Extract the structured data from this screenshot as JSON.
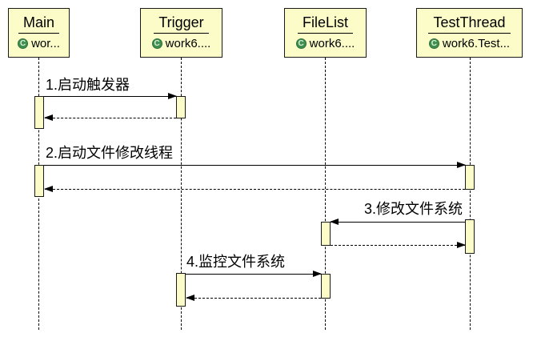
{
  "diagram": {
    "type": "uml-sequence-diagram",
    "icon_letter": "C",
    "participants": [
      {
        "name": "Main",
        "package": "wor...",
        "icon": "class-icon"
      },
      {
        "name": "Trigger",
        "package": "work6....",
        "icon": "class-icon"
      },
      {
        "name": "FileList",
        "package": "work6....",
        "icon": "class-icon"
      },
      {
        "name": "TestThread",
        "package": "work6.Test...",
        "icon": "class-icon"
      }
    ],
    "messages": [
      {
        "label": "1.启动触发器",
        "from": "Main",
        "to": "Trigger",
        "type": "call",
        "has_return": true
      },
      {
        "label": "2.启动文件修改线程",
        "from": "Main",
        "to": "TestThread",
        "type": "call",
        "has_return": true
      },
      {
        "label": "3.修改文件系统",
        "from": "TestThread",
        "to": "FileList",
        "type": "call",
        "has_return": true
      },
      {
        "label": "4.监控文件系统",
        "from": "Trigger",
        "to": "FileList",
        "type": "call",
        "has_return": true
      }
    ],
    "colors": {
      "background": "#FFFFFF",
      "participant_fill": "#FCFCC8",
      "participant_border": "#1A1A1A",
      "line_color": "#000000",
      "class_icon_green": "#3F8F4F"
    }
  }
}
